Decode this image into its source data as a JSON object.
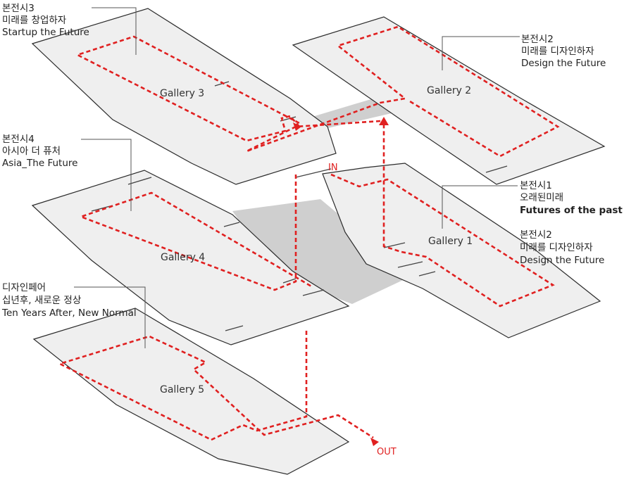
{
  "colors": {
    "route": "#e02020",
    "floor": "#efefef",
    "bridge": "#cfcfcf",
    "outline": "#2b2b2b"
  },
  "galleries": {
    "g1": "Gallery 1",
    "g2": "Gallery 2",
    "g3": "Gallery 3",
    "g4": "Gallery 4",
    "g5": "Gallery 5"
  },
  "annotations": {
    "g3": [
      "본전시3",
      "미래를 창업하자",
      "Startup the Future"
    ],
    "g2": [
      "본전시2",
      "미래를 디자인하자",
      "Design the Future"
    ],
    "g4": [
      "본전시4",
      "아시아 더 퓨처",
      "Asia_The Future"
    ],
    "g1a": [
      "본전시1",
      "오래된미래",
      "Futures of the past"
    ],
    "g1b": [
      "본전시2",
      "미래를 디자인하자",
      "Design the Future"
    ],
    "g5": [
      "디자인페어",
      "십년후, 새로운 정상",
      "Ten Years After, New Normal"
    ]
  },
  "markers": {
    "in": "IN",
    "out": "OUT"
  }
}
